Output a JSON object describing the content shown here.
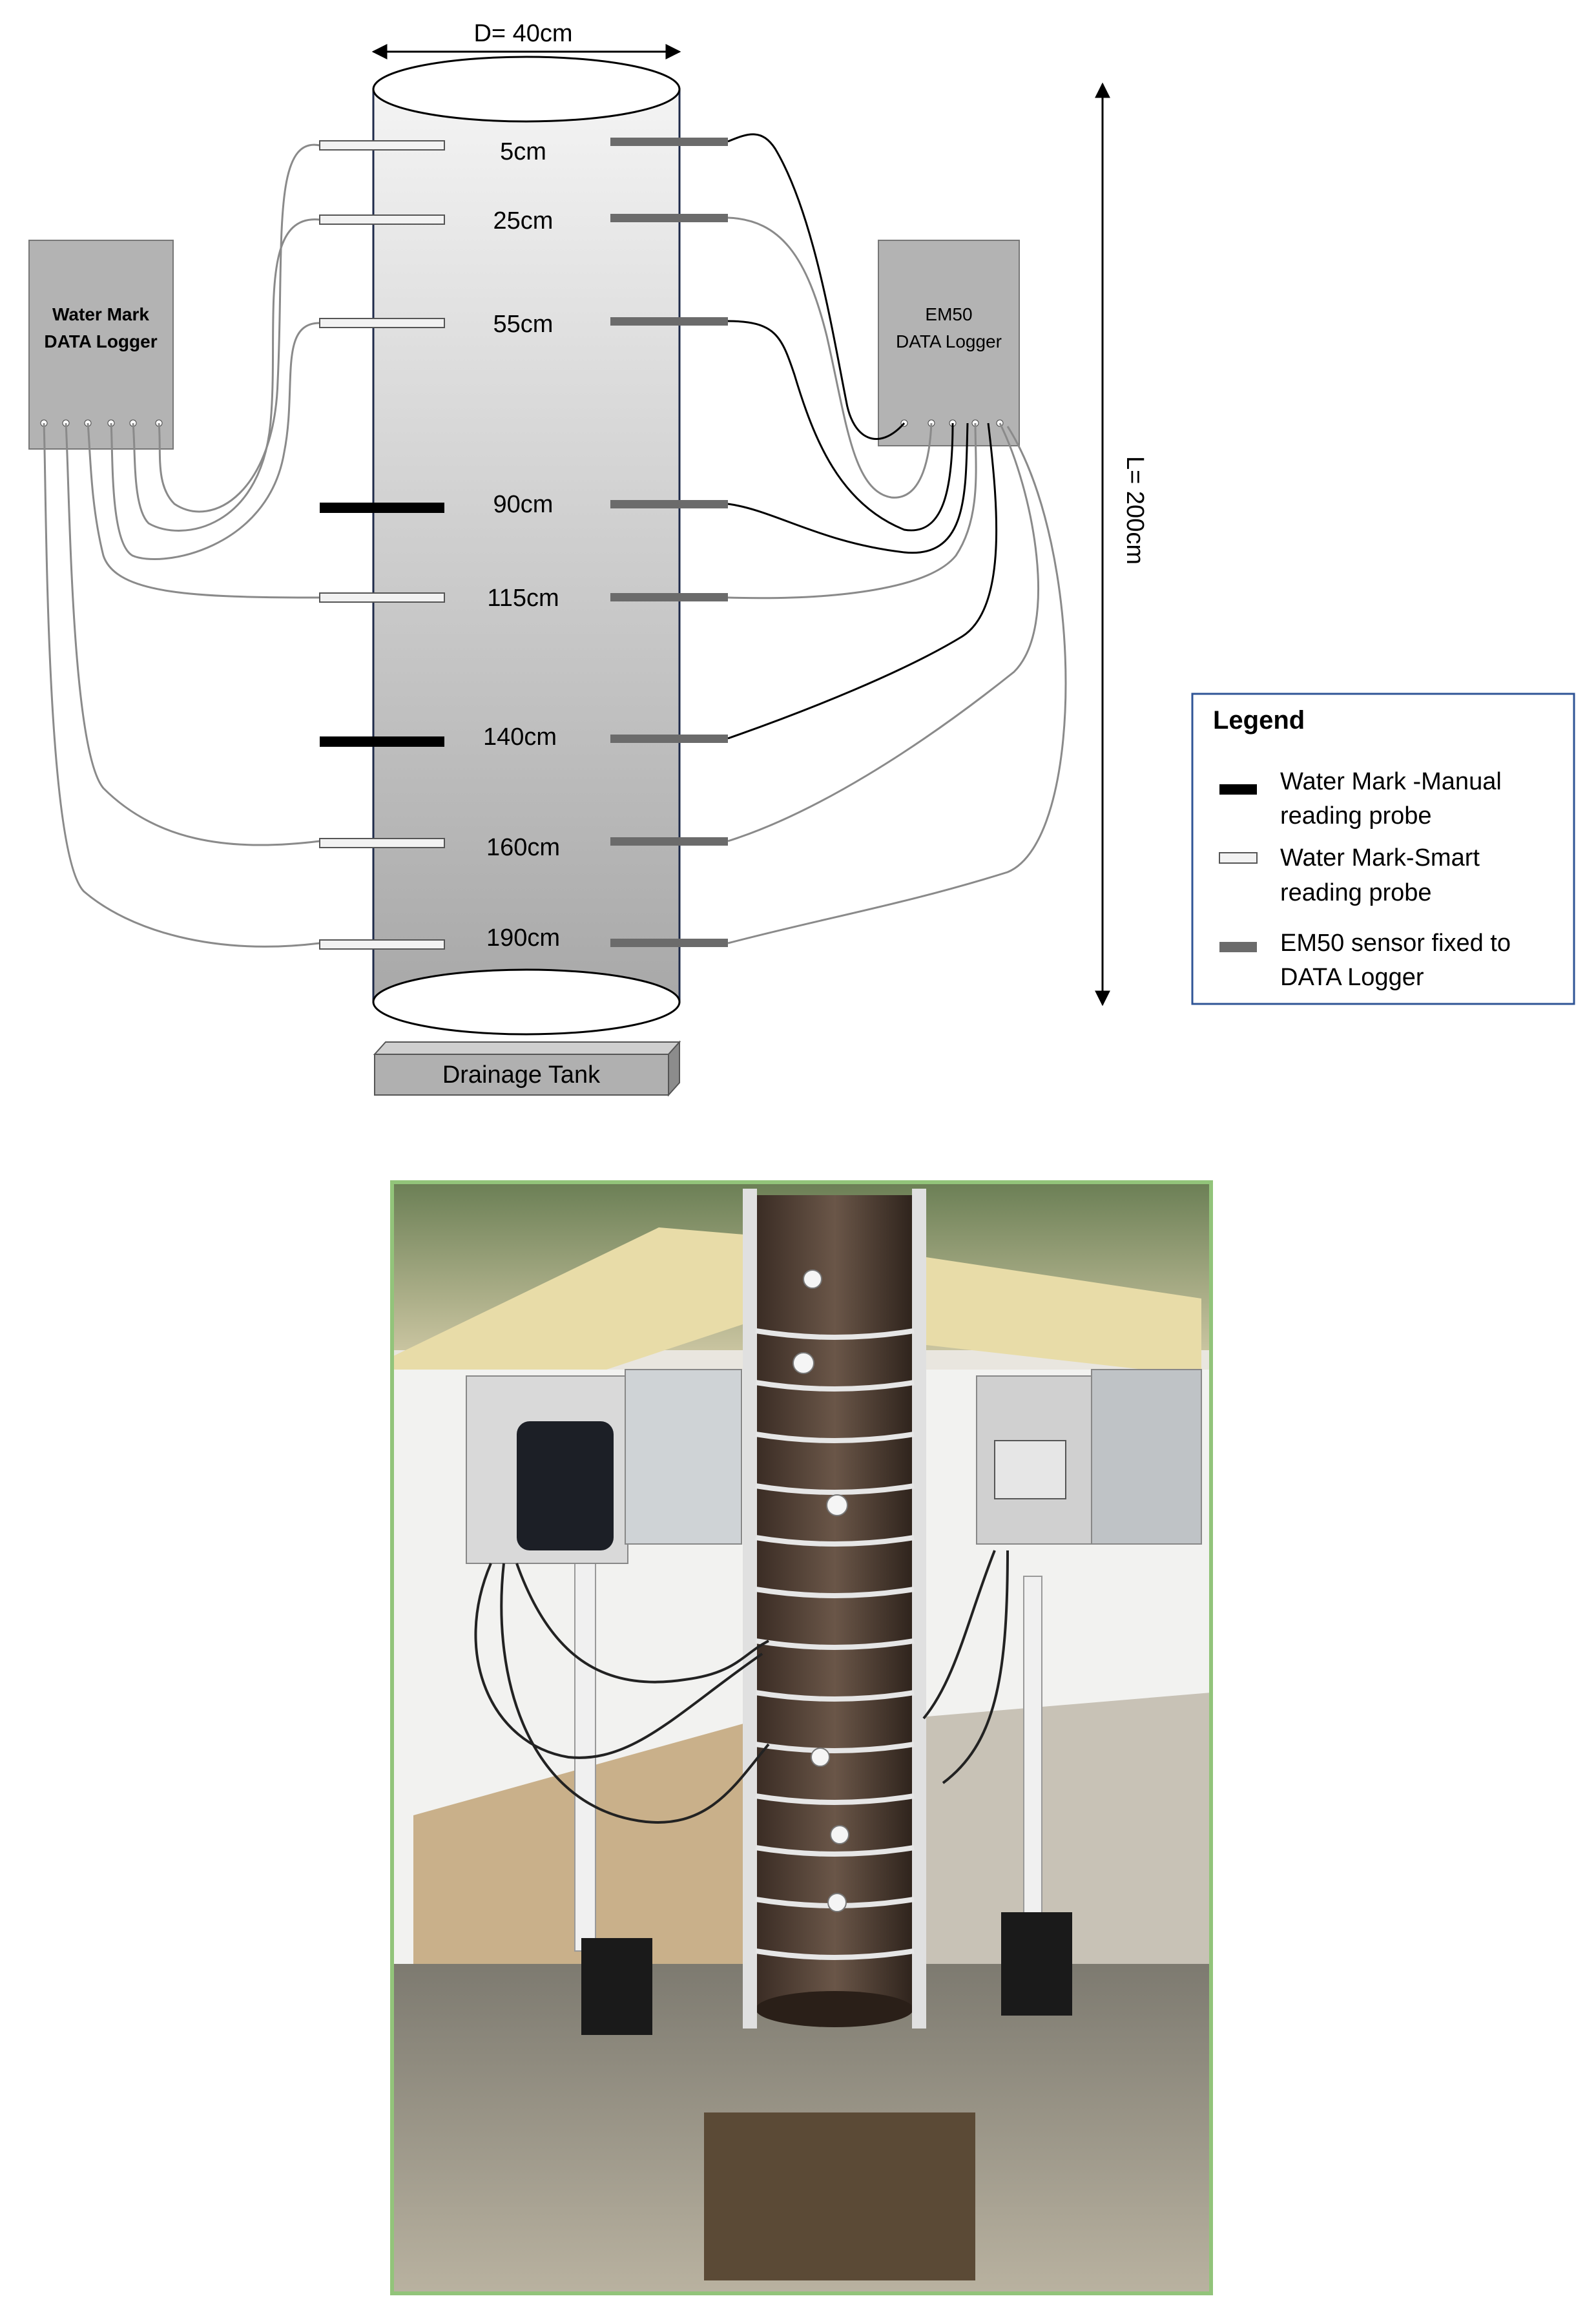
{
  "diameter_label": "D= 40cm",
  "length_label": "L= 200cm",
  "left_logger": {
    "line1": "Water Mark",
    "line2": "DATA Logger"
  },
  "right_logger": {
    "line1": "EM50",
    "line2": "DATA Logger"
  },
  "drainage_tank": "Drainage Tank",
  "depths": [
    {
      "label": "5cm",
      "left_probe": "smart",
      "right_probe": "em50"
    },
    {
      "label": "25cm",
      "left_probe": "smart",
      "right_probe": "em50"
    },
    {
      "label": "55cm",
      "left_probe": "smart",
      "right_probe": "em50"
    },
    {
      "label": "90cm",
      "left_probe": "manual",
      "right_probe": "em50"
    },
    {
      "label": "115cm",
      "left_probe": "smart",
      "right_probe": "em50"
    },
    {
      "label": "140cm",
      "left_probe": "manual",
      "right_probe": "em50"
    },
    {
      "label": "160cm",
      "left_probe": "smart",
      "right_probe": "em50"
    },
    {
      "label": "190cm",
      "left_probe": "smart",
      "right_probe": "em50"
    }
  ],
  "legend": {
    "title": "Legend",
    "items": [
      {
        "line1": "Water Mark -Manual",
        "line2": "reading probe",
        "type": "manual"
      },
      {
        "line1": "Water Mark-Smart",
        "line2": "reading probe",
        "type": "smart"
      },
      {
        "line1": "EM50 sensor fixed  to",
        "line2": "DATA Logger",
        "type": "em50"
      }
    ]
  },
  "colors": {
    "column_top": "#f2f2f2",
    "column_bottom": "#a9a9a9",
    "logger_fill": "#b3b3b3",
    "manual_probe": "#000000",
    "smart_probe": "#f2f2f2",
    "em50_probe": "#6b6b6b",
    "photo_frame": "#92c47a"
  }
}
